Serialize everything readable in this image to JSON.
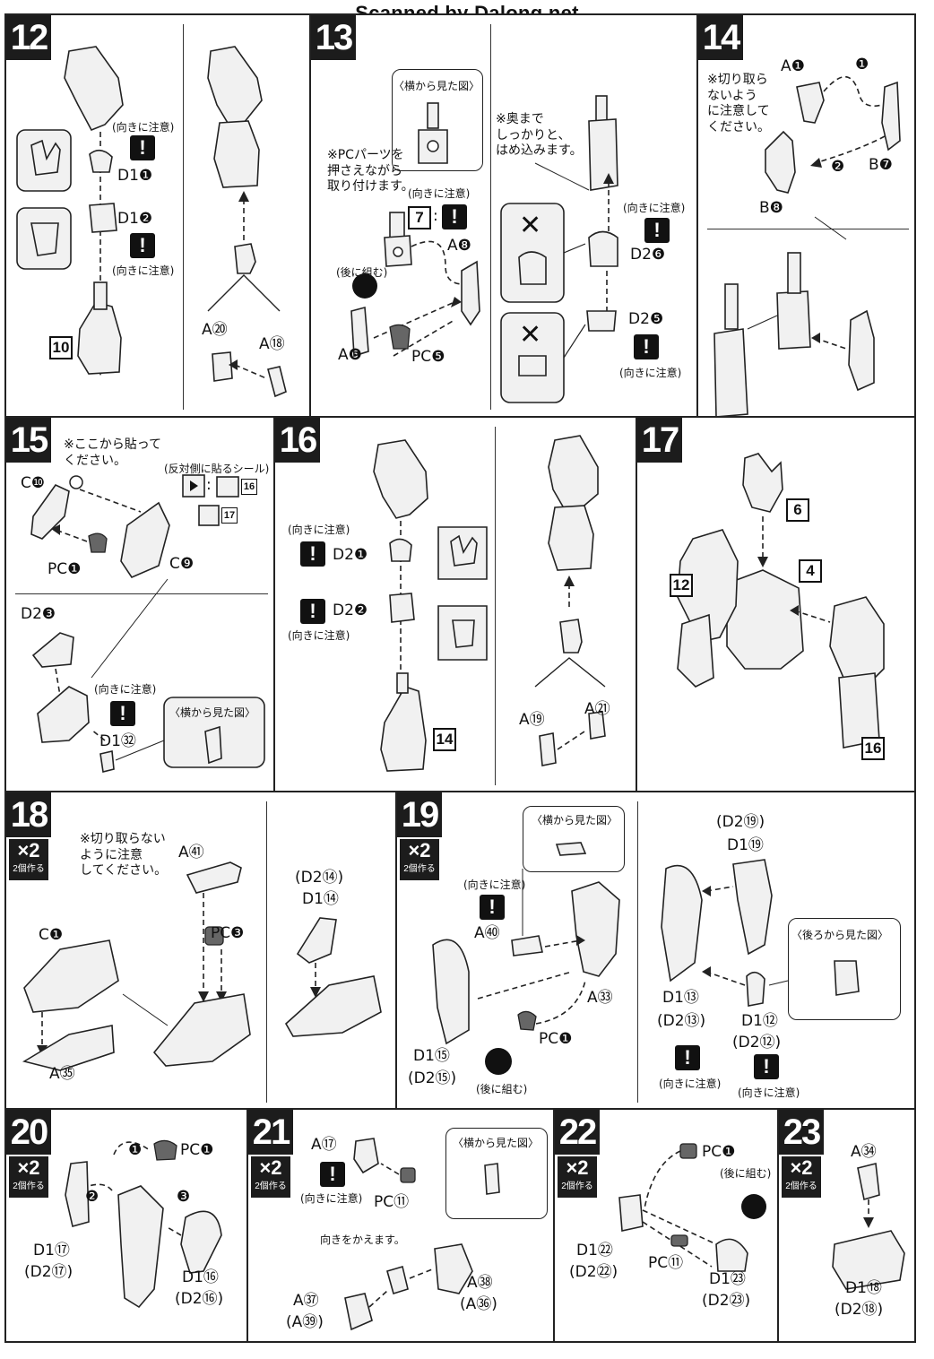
{
  "header": "Scanned by Dalong.net",
  "common": {
    "caution": "(向きに注意)",
    "side_view": "〈横から見た図〉",
    "back_view": "〈後ろから見た図〉",
    "assemble_later": "(後に組む)",
    "make_two": "2個作る",
    "times_two": "×2"
  },
  "s12": {
    "num": "12",
    "d1": "D1❶",
    "d2": "D1❷",
    "a20": "A⑳",
    "a18": "A⑱",
    "ref10": "10"
  },
  "s13": {
    "num": "13",
    "note_pc": "※PCパーツを\n押さえながら\n取り付けます。",
    "note_deep": "※奥まで\nしっかりと、\nはめ込みます。",
    "ref7": "7",
    "a8": "A❽",
    "a6": "A❻",
    "pc5": "PC❺",
    "d26": "D2❻",
    "d25": "D2❺",
    "ng": "✕"
  },
  "s14": {
    "num": "14",
    "note": "※切り取ら\nないよう\nに注意して\nください。",
    "a1": "A❶",
    "b7": "B❼",
    "b8": "B❽",
    "o1": "❶",
    "o2": "❷"
  },
  "s15": {
    "num": "15",
    "note": "※ここから貼って\nください。",
    "sticker_note": "(反対側に貼るシール)",
    "c10": "C❿",
    "c9": "C❾",
    "pc1": "PC❶",
    "d23": "D2❸",
    "d132": "D1㉜",
    "ref16": "16",
    "ref17": "17"
  },
  "s16": {
    "num": "16",
    "d21": "D2❶",
    "d22": "D2❷",
    "a19": "A⑲",
    "a21": "A㉑",
    "ref14": "14"
  },
  "s17": {
    "num": "17",
    "ref6": "6",
    "ref4": "4",
    "ref12": "12",
    "ref16": "16"
  },
  "s18": {
    "num": "18",
    "note": "※切り取らない\nように注意\nしてください。",
    "a41": "A㊶",
    "c1": "C❶",
    "pc3": "PC❸",
    "d214": "(D2⑭)",
    "d114": "D1⑭",
    "a35": "A㉟"
  },
  "s19": {
    "num": "19",
    "a40": "A㊵",
    "a33": "A㉝",
    "pc1": "PC❶",
    "d115": "D1⑮",
    "d215": "(D2⑮)",
    "d219": "(D2⑲)",
    "d119": "D1⑲",
    "d113": "D1⑬",
    "d213": "(D2⑬)",
    "d112": "D1⑫",
    "d212": "(D2⑫)"
  },
  "s20": {
    "num": "20",
    "pc1": "PC❶",
    "d117": "D1⑰",
    "d217": "(D2⑰)",
    "d116": "D1⑯",
    "d216": "(D2⑯)",
    "o1": "❶",
    "o2": "❷",
    "o3": "❸"
  },
  "s21": {
    "num": "21",
    "a17": "A⑰",
    "pc11": "PC⑪",
    "turn": "向きをかえます。",
    "a37": "A㊲",
    "a39": "(A㊴)",
    "a38": "A㊳",
    "a36": "(A㊱)"
  },
  "s22": {
    "num": "22",
    "pc1": "PC❶",
    "pc11": "PC⑪",
    "d122": "D1㉒",
    "d222": "(D2㉒)",
    "d123": "D1㉓",
    "d223": "(D2㉓)"
  },
  "s23": {
    "num": "23",
    "a34": "A㉞",
    "d118": "D1⑱",
    "d218": "(D2⑱)"
  }
}
